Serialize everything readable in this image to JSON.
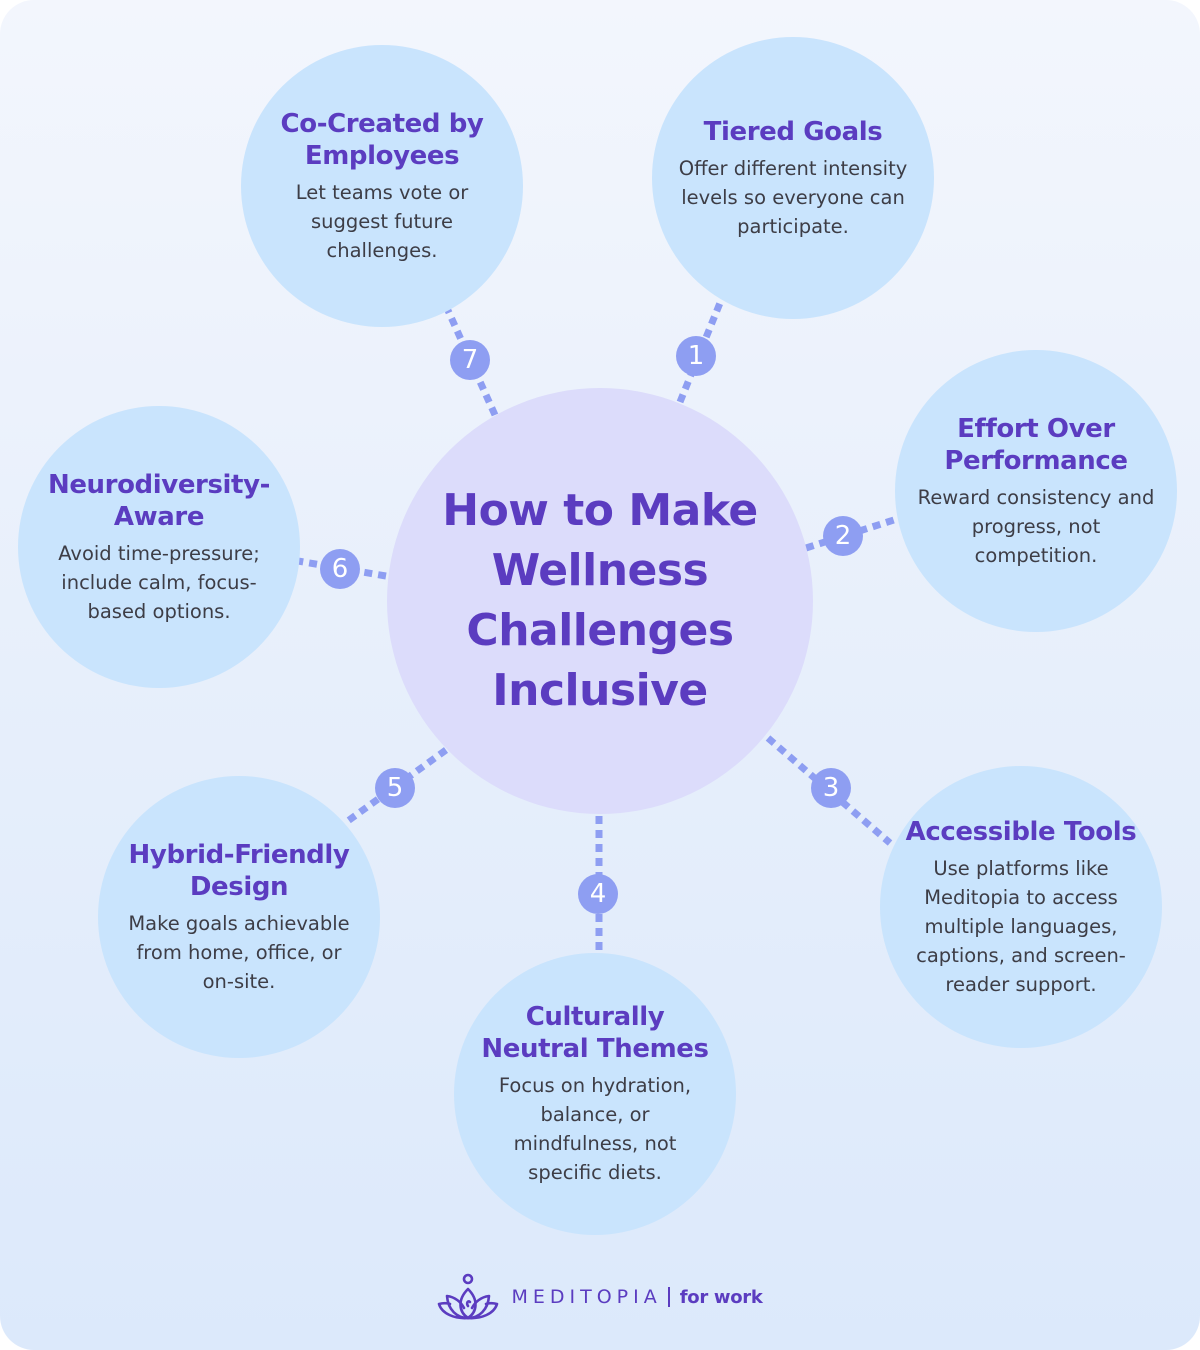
{
  "center": {
    "title": "How to Make Wellness Challenges Inclusive"
  },
  "nodes": [
    {
      "number": "1",
      "title": "Tiered Goals",
      "desc": "Offer different intensity levels so everyone can participate."
    },
    {
      "number": "2",
      "title": "Effort Over Performance",
      "desc": "Reward consistency and progress, not competition."
    },
    {
      "number": "3",
      "title": "Accessible Tools",
      "desc": "Use platforms like Meditopia to access multiple languages, captions, and screen-reader support."
    },
    {
      "number": "4",
      "title": "Culturally Neutral Themes",
      "desc": "Focus on hydration, balance, or mindfulness, not specific diets."
    },
    {
      "number": "5",
      "title": "Hybrid-Friendly Design",
      "desc": "Make goals achievable from home, office, or on-site."
    },
    {
      "number": "6",
      "title": "Neurodiversity-Aware",
      "desc": "Avoid time-pressure; include calm, focus-based options."
    },
    {
      "number": "7",
      "title": "Co-Created by Employees",
      "desc": "Let teams vote or suggest future challenges."
    }
  ],
  "footer": {
    "brand": "MEDITOPIA",
    "suffix": "for work"
  },
  "colors": {
    "accent": "#5b3cc0",
    "node_fill": "#c9e4fd",
    "center_fill": "#dcdcfb",
    "badge": "#8e9ef2"
  }
}
